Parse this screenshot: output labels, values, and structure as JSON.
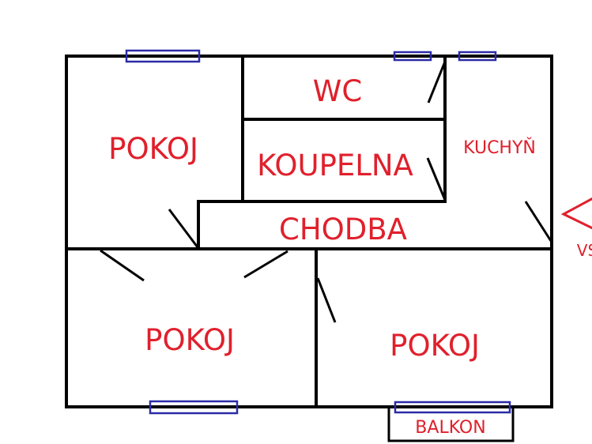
{
  "colors": {
    "label": "#e0202c",
    "balcony_label": "#e0202c",
    "window": "#2b2ba8",
    "wall": "#000000",
    "background": "#ffffff"
  },
  "rooms": {
    "room_top_left": "POKOJ",
    "wc": "WC",
    "bathroom": "KOUPELNA",
    "kitchen": "KUCHYŇ",
    "hallway": "CHODBA",
    "room_bottom_left": "POKOJ",
    "room_bottom_right": "POKOJ"
  },
  "balcony": "BALKON",
  "entrance_label_fragment": "VS"
}
